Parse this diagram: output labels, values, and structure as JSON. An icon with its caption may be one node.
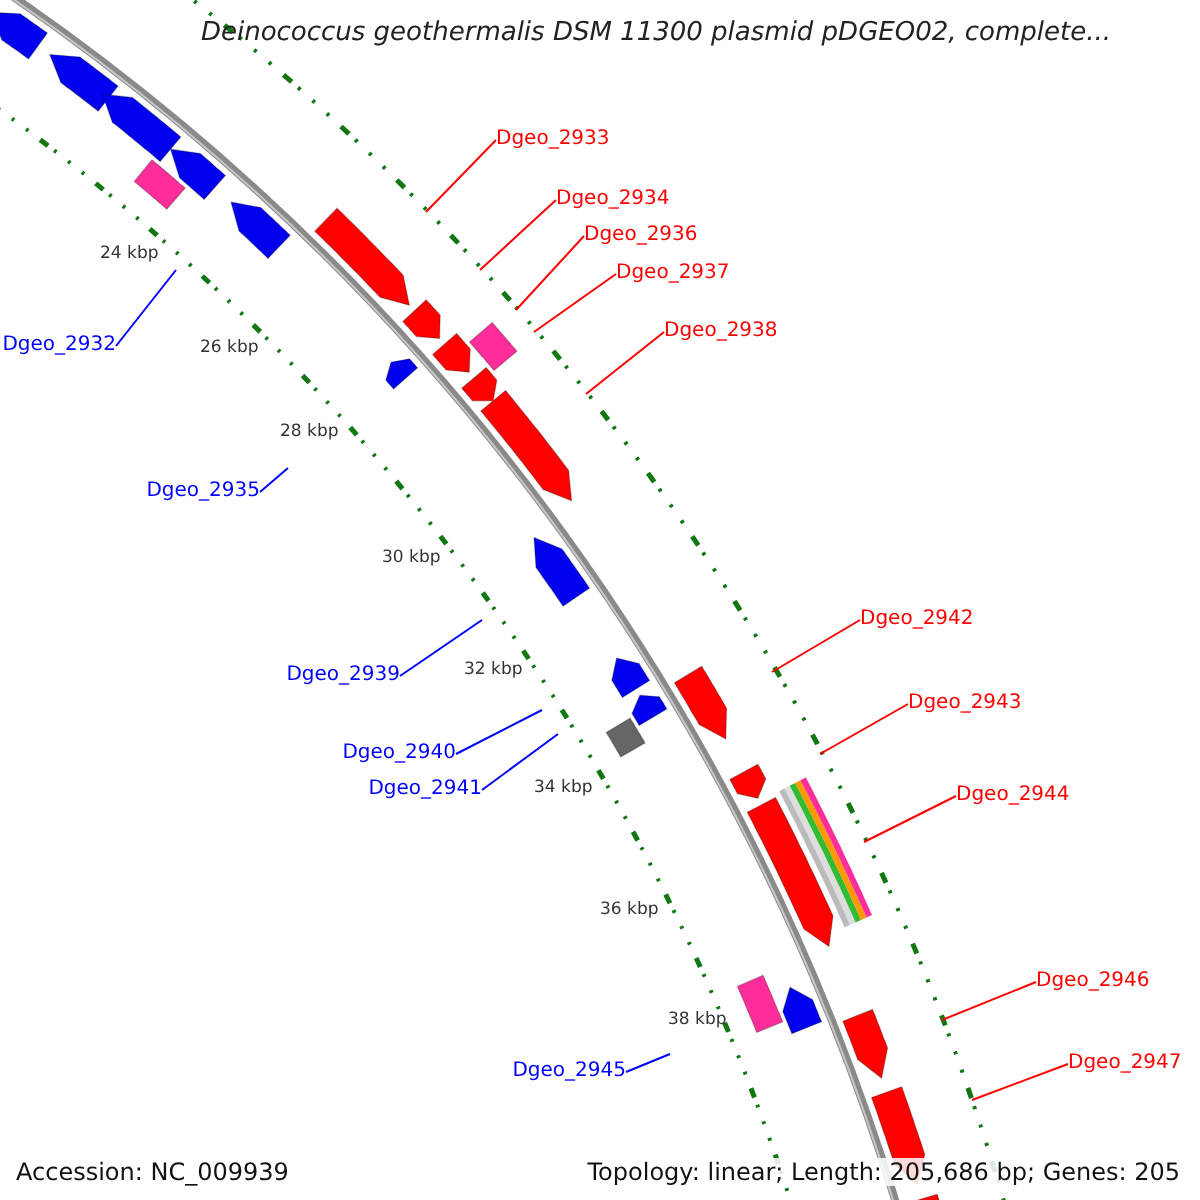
{
  "diagram": {
    "title": "Deinococcus geothermalis DSM 11300 plasmid pDGEO02, complete...",
    "nodes": [
      {
        "text": [
          "Dgeo_2933"
        ]
      },
      {
        "text": [
          "Dgeo_2934"
        ]
      },
      {
        "text": [
          "Dgeo_2936"
        ]
      },
      {
        "text": [
          "Dgeo_2937"
        ]
      },
      {
        "text": [
          "Dgeo_2938"
        ]
      },
      {
        "text": [
          "Dgeo_2932"
        ]
      },
      {
        "text": [
          "Dgeo_2935"
        ]
      },
      {
        "text": [
          "Dgeo_2939"
        ]
      },
      {
        "text": [
          "Dgeo_2942"
        ]
      },
      {
        "text": [
          "Dgeo_2940"
        ]
      },
      {
        "text": [
          "Dgeo_2943"
        ]
      },
      {
        "text": [
          "Dgeo_2941"
        ]
      },
      {
        "text": [
          "Dgeo_2944"
        ]
      },
      {
        "text": [
          "Dgeo_2946"
        ]
      },
      {
        "text": [
          "Dgeo_2945"
        ]
      },
      {
        "text": [
          "Dgeo_2947"
        ]
      }
    ],
    "edges": [
      {
        "from": 0,
        "to": null,
        "arrow": "none"
      },
      {
        "from": 1,
        "to": null,
        "arrow": "none"
      },
      {
        "from": 2,
        "to": null,
        "arrow": "none"
      },
      {
        "from": 3,
        "to": null,
        "arrow": "none"
      },
      {
        "from": 4,
        "to": null,
        "arrow": "none"
      },
      {
        "from": 5,
        "to": null,
        "arrow": "none",
        "color": "#0000ff"
      },
      {
        "from": 6,
        "to": null,
        "arrow": "none",
        "color": "#0000ff"
      },
      {
        "from": 7,
        "to": null,
        "arrow": "none",
        "color": "#0000ff"
      },
      {
        "from": 8,
        "to": null,
        "arrow": "none"
      },
      {
        "from": 9,
        "to": null,
        "arrow": "none",
        "color": "#0000ff"
      },
      {
        "from": 10,
        "to": null,
        "arrow": "none"
      },
      {
        "from": 11,
        "to": null,
        "arrow": "none",
        "color": "#0000ff"
      },
      {
        "from": 12,
        "to": null,
        "arrow": "none"
      },
      {
        "from": 13,
        "to": null,
        "arrow": "none"
      },
      {
        "from": 14,
        "to": null,
        "arrow": "none",
        "color": "#0000ff"
      },
      {
        "from": 15,
        "to": null,
        "arrow": "none"
      }
    ],
    "labels": [
      "24 kbp",
      "26 kbp",
      "28 kbp",
      "30 kbp",
      "32 kbp",
      "34 kbp",
      "36 kbp",
      "38 kbp",
      "Accession: NC_009939",
      "Topology: linear; Length: 205,686 bp; Genes: 205"
    ]
  }
}
